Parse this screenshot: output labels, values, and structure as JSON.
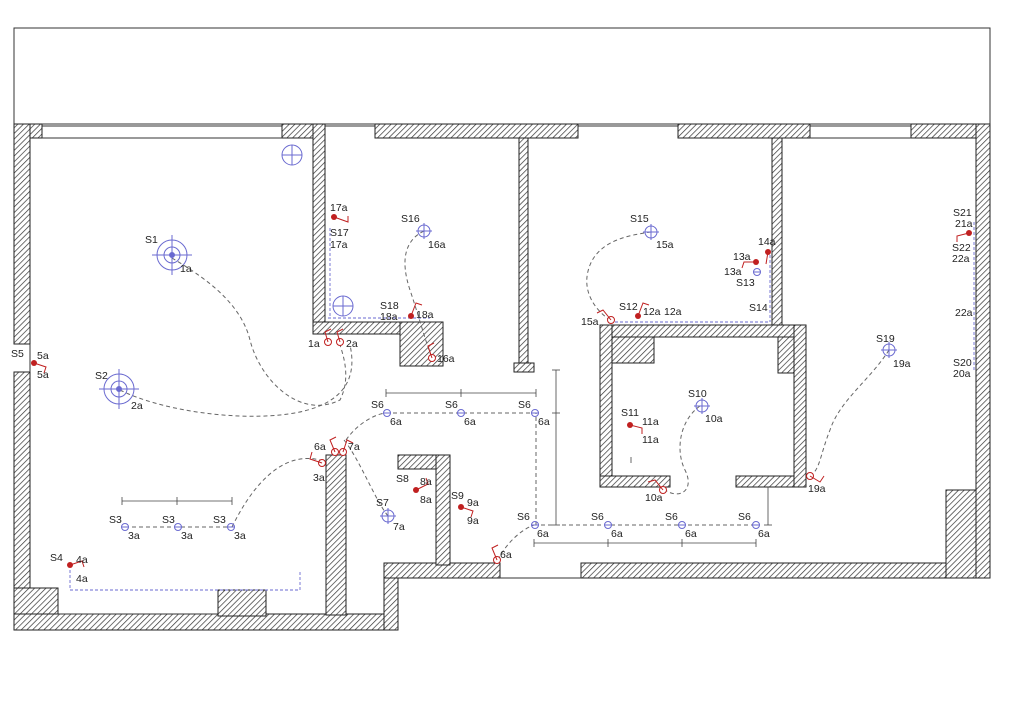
{
  "symbols": {
    "ceiling_light": "ceiling-light-icon",
    "wall_light": "wall-light-icon",
    "small_light": "spot-light-icon",
    "switch": "switch-icon",
    "socket": "socket-icon"
  },
  "colors": {
    "wall_outline": "#222222",
    "fixture": "#6a6ad0",
    "switch": "#c02020",
    "wiring": "#666666"
  },
  "labels": {
    "s1": "S1",
    "l1a": "1a",
    "s2": "S2",
    "l2a": "2a",
    "s3": "S3",
    "l3a": "3a",
    "s4": "S4",
    "l4a": "4a",
    "s5": "S5",
    "l5a": "5a",
    "s6": "S6",
    "l6a": "6a",
    "s7": "S7",
    "l7a": "7a",
    "s8": "S8",
    "l8a": "8a",
    "s9": "S9",
    "l9a": "9a",
    "s10": "S10",
    "l10a": "10a",
    "s11": "S11",
    "l11a": "11a",
    "s12": "S12",
    "l12a": "12a",
    "s13": "S13",
    "l13a": "13a",
    "s14": "S14",
    "l14a": "14a",
    "s15": "S15",
    "l15a": "15a",
    "s16": "S16",
    "l16a": "16a",
    "s17": "S17",
    "l17a": "17a",
    "s18": "S18",
    "l18a": "18a",
    "s19": "S19",
    "l19a": "19a",
    "s20": "S20",
    "l20a": "20a",
    "s21": "S21",
    "l21a": "21a",
    "s22": "S22",
    "l22a": "22a"
  }
}
